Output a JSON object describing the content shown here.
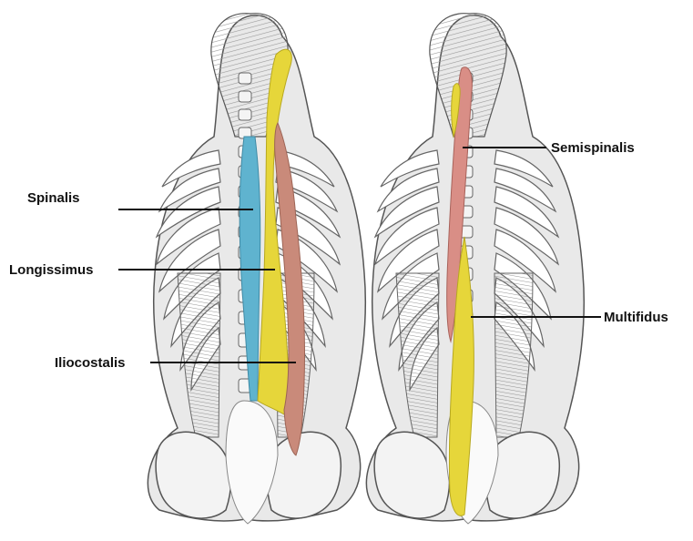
{
  "labels": {
    "spinalis": "Spinalis",
    "longissimus": "Longissimus",
    "iliocostalis": "Iliocostalis",
    "semispinalis": "Semispinalis",
    "multifidus": "Multifidus"
  },
  "colors": {
    "spinalis": "#5fb3cf",
    "longissimus": "#e6d63a",
    "iliocostalis": "#c98a7a",
    "semispinalis": "#d98e86",
    "multifidus": "#e6d63a",
    "outline": "#555555",
    "muscle_hatch": "#9a9a9a",
    "bone_fill": "#f3f3f3"
  }
}
